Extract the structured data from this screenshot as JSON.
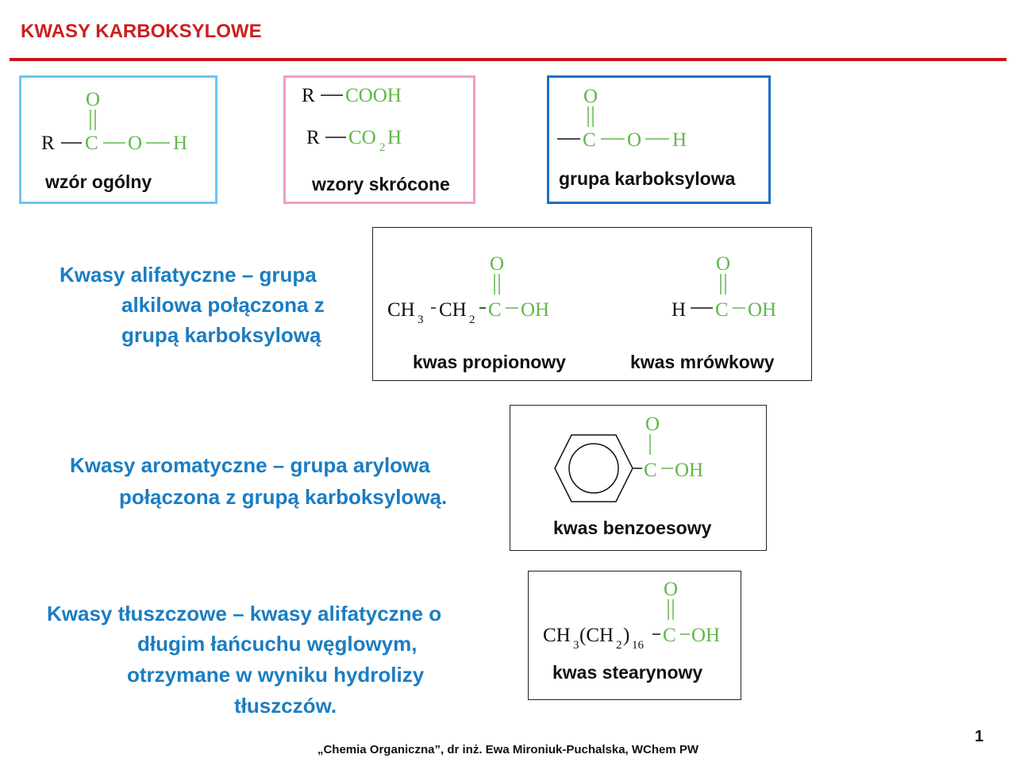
{
  "title": "KWASY KARBOKSYLOWE",
  "boxes": {
    "general": {
      "label": "wzór ogólny"
    },
    "short": {
      "label": "wzory skrócone"
    },
    "group": {
      "label": "grupa karboksylowa"
    }
  },
  "sections": {
    "aliphatic": {
      "lines": [
        "Kwasy alifatyczne – grupa",
        "alkilowa połączona z",
        "grupą karboksylową"
      ],
      "examples": [
        "kwas propionowy",
        "kwas mrówkowy"
      ]
    },
    "aromatic": {
      "lines": [
        "Kwasy aromatyczne – grupa arylowa",
        "połączona z grupą karboksylową."
      ],
      "example": "kwas benzoesowy"
    },
    "fatty": {
      "lines": [
        "Kwasy tłuszczowe – kwasy alifatyczne o",
        "długim łańcuchu węglowym,",
        "otrzymane w wyniku hydrolizy",
        "tłuszczów."
      ],
      "example": "kwas stearynowy"
    }
  },
  "chem": {
    "R": "R",
    "O": "O",
    "C": "C",
    "H": "H",
    "OH": "OH",
    "COOH": "COOH",
    "CO": "CO",
    "sub2": "2",
    "sub3": "3",
    "sub16": "16",
    "CH": "CH",
    "CH2open": "(CH",
    "close": ")"
  },
  "footer": "„Chemia Organiczna”, dr inż. Ewa Mironiuk-Puchalska, WChem PW",
  "page_number": "1",
  "colors": {
    "title": "#cc1f1f",
    "accent_text": "#1b7dc2",
    "atoms": "#5fb84a",
    "box_light_blue": "#6cc7f3",
    "box_pink": "#f29bc9",
    "box_blue": "#1c6fc0"
  }
}
